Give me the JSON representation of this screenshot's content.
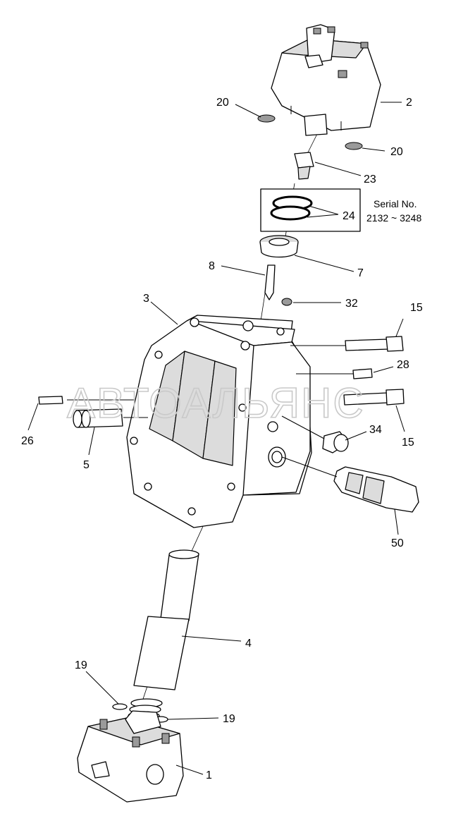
{
  "callouts": {
    "c1": "1",
    "c2": "2",
    "c3": "3",
    "c4": "4",
    "c5": "5",
    "c7": "7",
    "c8": "8",
    "c15a": "15",
    "c15b": "15",
    "c19a": "19",
    "c19b": "19",
    "c20a": "20",
    "c20b": "20",
    "c23": "23",
    "c24": "24",
    "c26": "26",
    "c28": "28",
    "c32": "32",
    "c34": "34",
    "c50": "50"
  },
  "serial_note": {
    "line1": "Serial No.",
    "line2": "2132 ~ 3248"
  },
  "watermark": "АВТОАЛЬЯНС"
}
